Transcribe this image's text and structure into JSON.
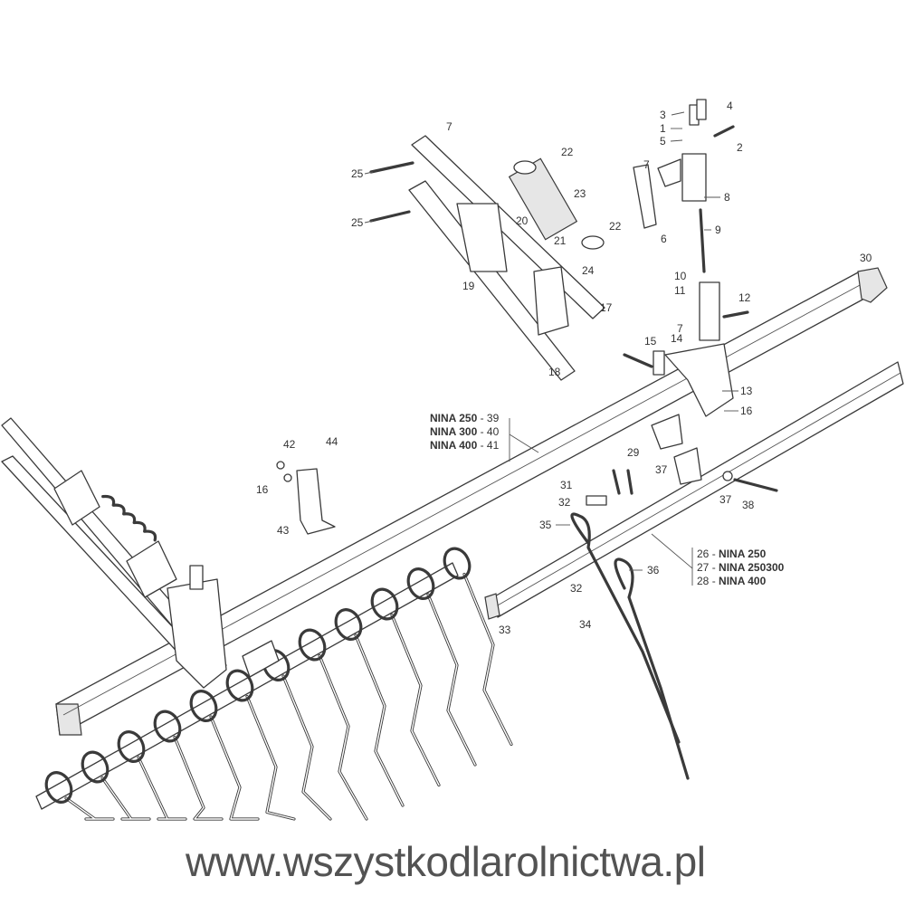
{
  "diagram": {
    "watermark": "www.wszystkodlarolnictwa.pl",
    "callouts": {
      "n1": "1",
      "n2": "2",
      "n3": "3",
      "n4": "4",
      "n5": "5",
      "n6": "6",
      "n7a": "7",
      "n7b": "7",
      "n7c": "7",
      "n8": "8",
      "n9": "9",
      "n10": "10",
      "n11": "11",
      "n12": "12",
      "n13": "13",
      "n14": "14",
      "n15": "15",
      "n16a": "16",
      "n16b": "16",
      "n17": "17",
      "n18": "18",
      "n19": "19",
      "n20": "20",
      "n21": "21",
      "n22a": "22",
      "n22b": "22",
      "n23": "23",
      "n24": "24",
      "n25a": "25",
      "n25b": "25",
      "n29": "29",
      "n30": "30",
      "n31": "31",
      "n32a": "32",
      "n32b": "32",
      "n33": "33",
      "n34": "34",
      "n35": "35",
      "n36": "36",
      "n37a": "37",
      "n37b": "37",
      "n38": "38",
      "n42": "42",
      "n43": "43",
      "n44": "44"
    },
    "variant_table_a": [
      {
        "model": "NINA 250",
        "sep": " - ",
        "part": "39"
      },
      {
        "model": "NINA 300",
        "sep": " - ",
        "part": "40"
      },
      {
        "model": "NINA 400",
        "sep": " - ",
        "part": "41"
      }
    ],
    "variant_table_b": [
      {
        "part": "26",
        "sep": " - ",
        "model": "NINA 250"
      },
      {
        "part": "27",
        "sep": " - ",
        "model": "NINA 250300"
      },
      {
        "part": "28",
        "sep": " - ",
        "model": "NINA 400"
      }
    ]
  }
}
